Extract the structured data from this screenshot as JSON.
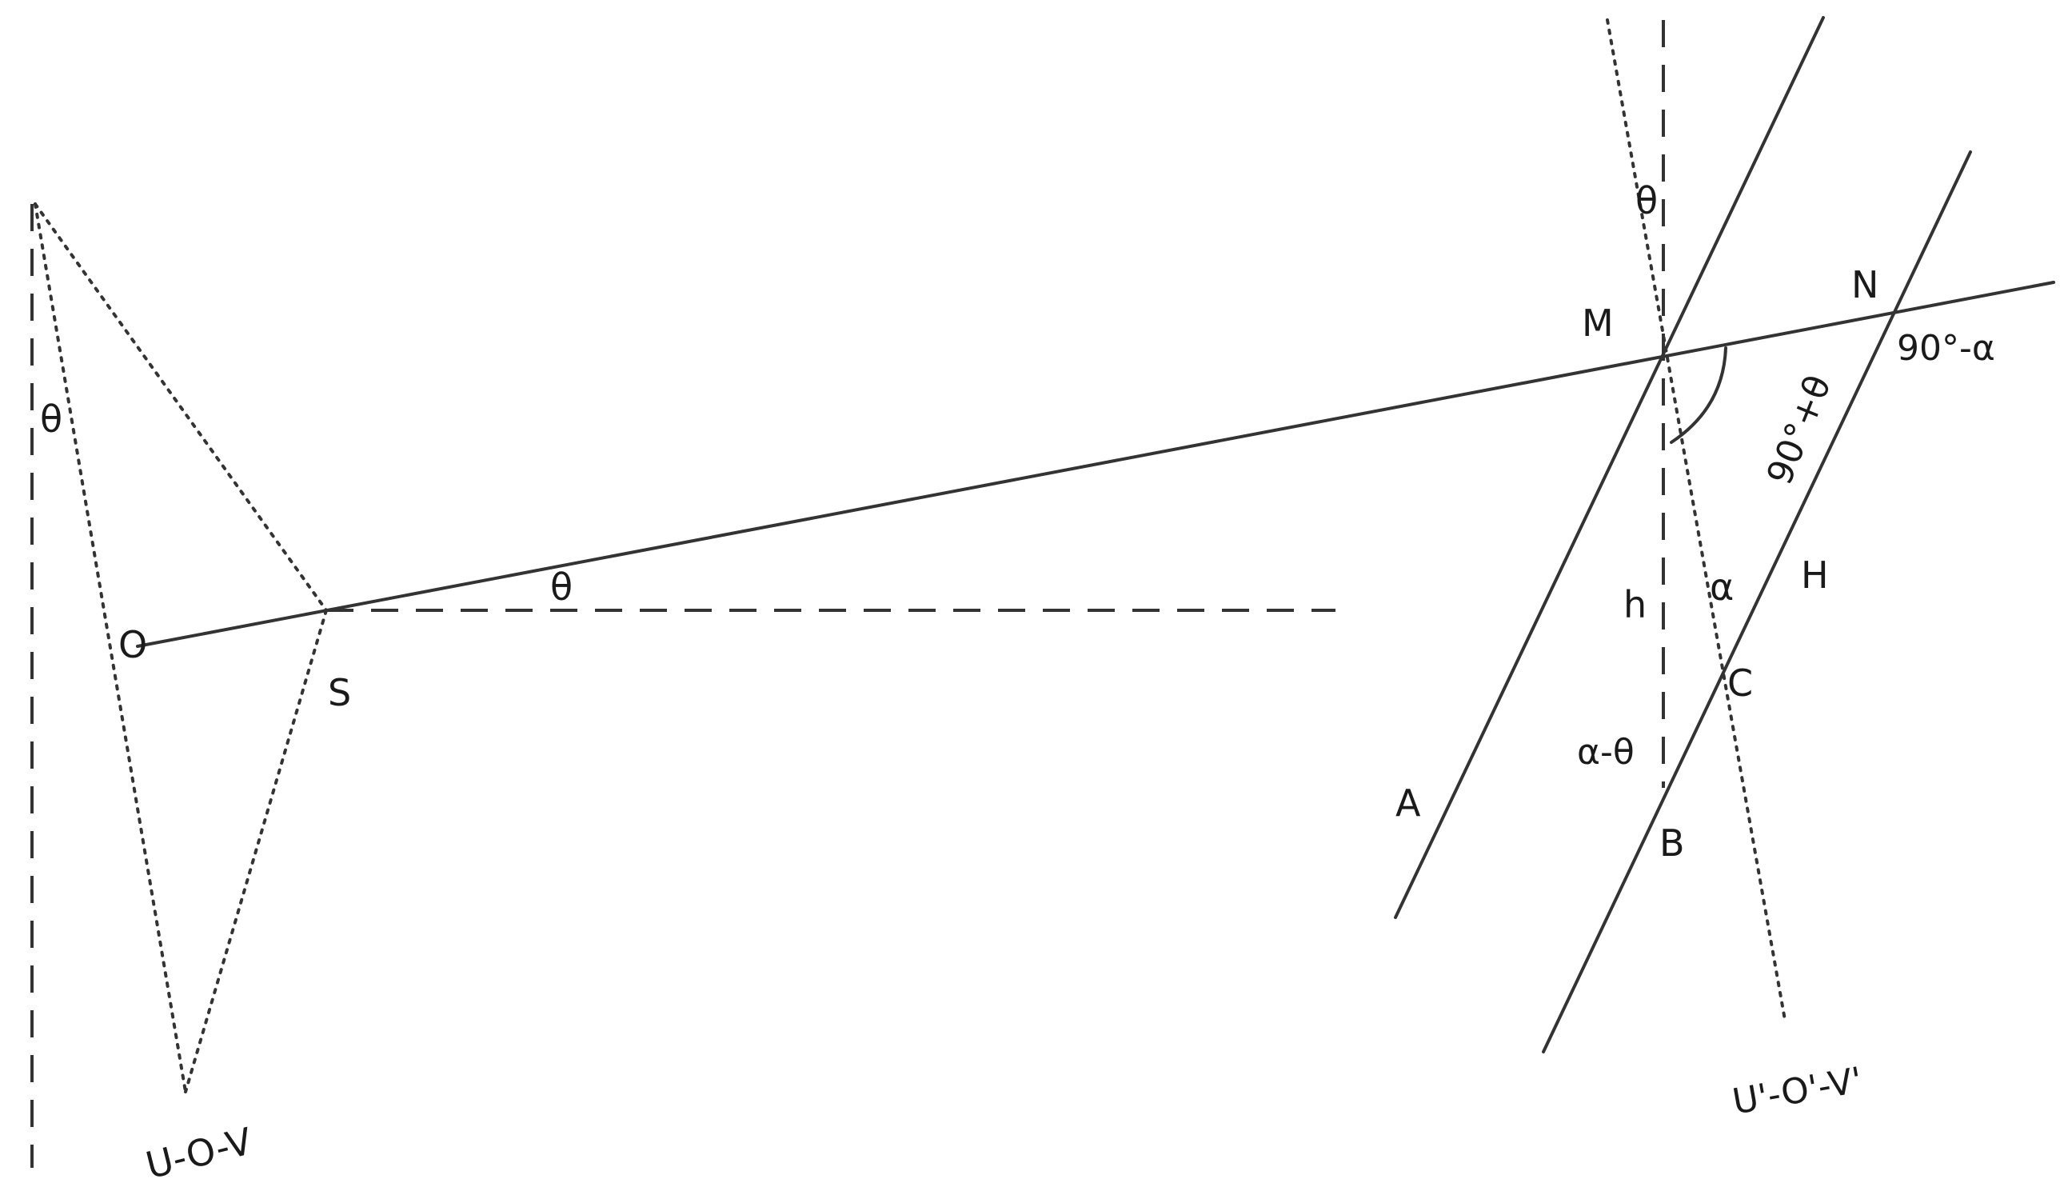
{
  "colors": {
    "stroke": "#333333",
    "text": "#1a1a1a",
    "background": "#ffffff"
  },
  "labels": {
    "theta_left": "θ",
    "O": "O",
    "S": "S",
    "theta_mid": "θ",
    "uov": "U-O-V",
    "theta_top": "θ",
    "M": "M",
    "N": "N",
    "ninety_minus_alpha": "90°-α",
    "ninety_plus_theta": "90°+θ",
    "h": "h",
    "alpha": "α",
    "H": "H",
    "C": "C",
    "alpha_minus_theta": "α-θ",
    "A": "A",
    "B": "B",
    "uov_prime": "U'-O'-V'"
  }
}
